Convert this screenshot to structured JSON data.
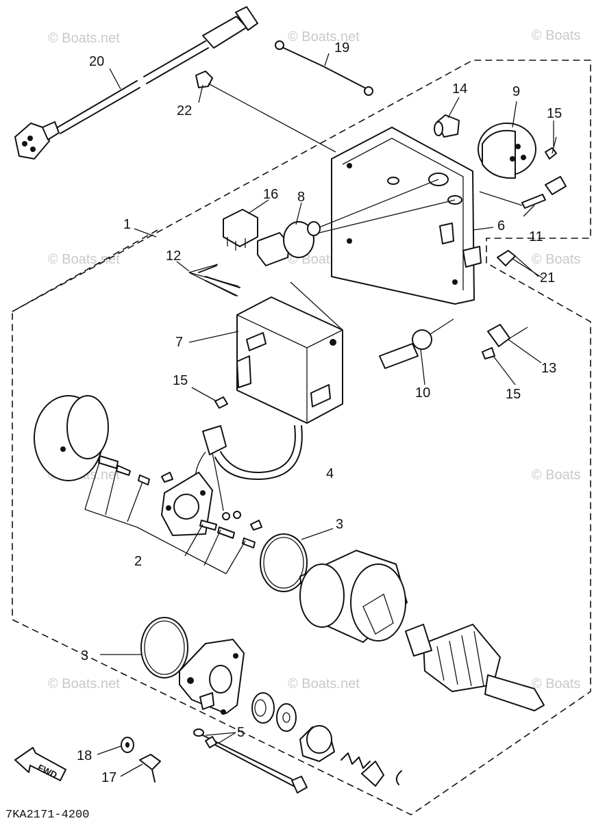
{
  "diagram": {
    "code": "7KA2171-4200",
    "watermark": "© Boats.net",
    "watermark_short": "© Boats",
    "fwd": "FWD",
    "callouts": {
      "c1": "1",
      "c2": "2",
      "c3a": "3",
      "c3b": "3",
      "c4": "4",
      "c5": "5",
      "c6": "6",
      "c7": "7",
      "c8": "8",
      "c9": "9",
      "c10": "10",
      "c11": "11",
      "c12": "12",
      "c13": "13",
      "c14": "14",
      "c15a": "15",
      "c15b": "15",
      "c15c": "15",
      "c16": "16",
      "c17": "17",
      "c18": "18",
      "c19": "19",
      "c20": "20",
      "c21": "21",
      "c22": "22"
    }
  }
}
